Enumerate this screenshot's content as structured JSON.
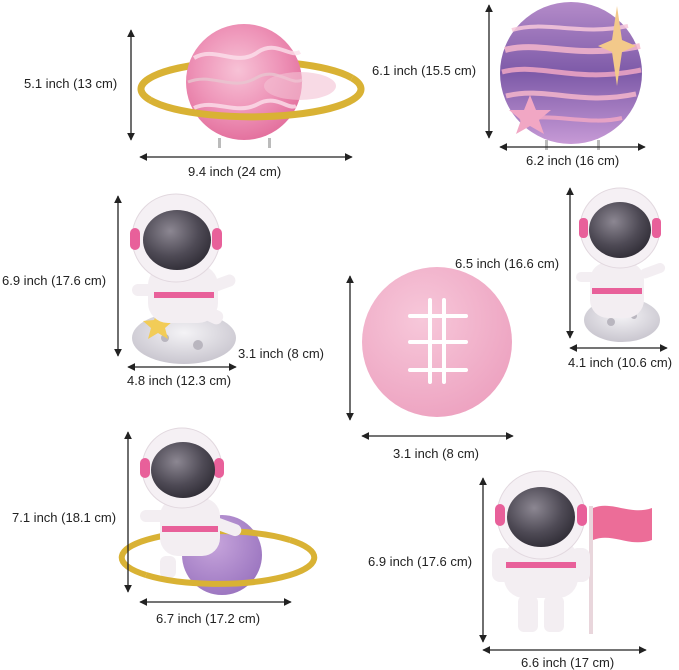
{
  "items": [
    {
      "name": "pink-ringed-planet",
      "height_label": "5.1 inch (13 cm)",
      "width_label": "9.4 inch (24 cm)"
    },
    {
      "name": "purple-planet-with-stars",
      "height_label": "6.1 inch (15.5 cm)",
      "width_label": "6.2 inch (16 cm)"
    },
    {
      "name": "astronaut-on-moon-with-star",
      "height_label": "6.9 inch (17.6 cm)",
      "width_label": "4.8 inch (12.3 cm)"
    },
    {
      "name": "pink-disc-base",
      "height_label": "3.1 inch (8 cm)",
      "width_label": "3.1 inch (8 cm)"
    },
    {
      "name": "astronaut-on-moon-right",
      "height_label": "6.5 inch (16.6 cm)",
      "width_label": "4.1 inch (10.6 cm)"
    },
    {
      "name": "astronaut-on-ringed-planet",
      "height_label": "7.1 inch (18.1 cm)",
      "width_label": "6.7 inch (17.2 cm)"
    },
    {
      "name": "astronaut-with-flag",
      "height_label": "6.9 inch (17.6 cm)",
      "width_label": "6.6 inch (17 cm)"
    }
  ],
  "colors": {
    "pink": "#f0a7c4",
    "hot_pink": "#e8609a",
    "gold": "#d9b234",
    "purple": "#8f6bb3",
    "visor": "#4a4650",
    "arrow": "#222222"
  }
}
